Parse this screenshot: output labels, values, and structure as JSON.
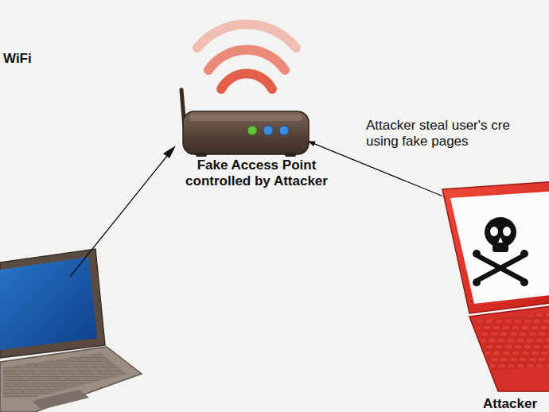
{
  "diagram": {
    "nodes": [
      {
        "text": [
          "Fake Access Point controlled by Attacker"
        ]
      },
      {
        "text": [
          "Attacker"
        ]
      }
    ],
    "edges": [
      {
        "from": 1,
        "to": 0,
        "arrow": "to",
        "label": "Attacker steal user's cre using fake pages"
      }
    ],
    "labels": [
      "WiFi"
    ]
  }
}
